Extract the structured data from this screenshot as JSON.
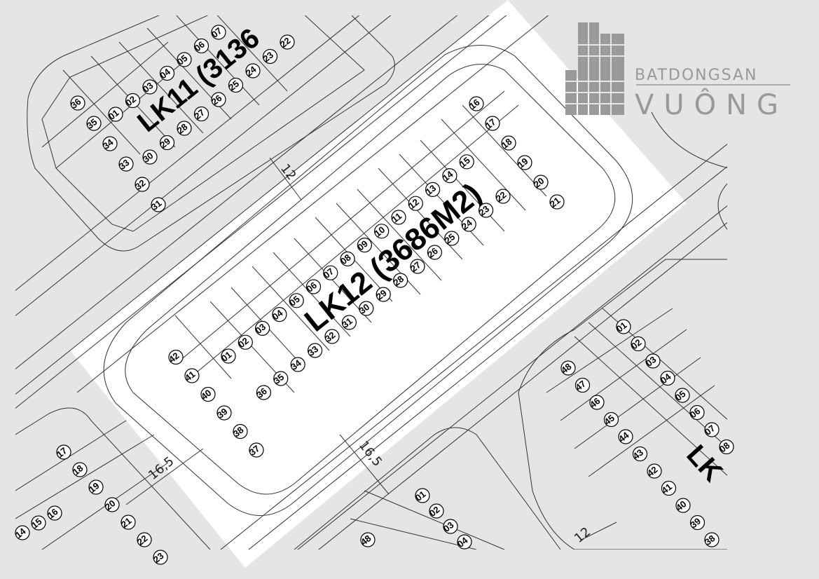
{
  "colors": {
    "background": "#e5e5e5",
    "highlight": "#ffffff",
    "lines": "#333333",
    "logo": "#9a9a9a"
  },
  "logo": {
    "line1": "BATDONGSAN",
    "line2": "VUÔNG"
  },
  "blocks": {
    "lk12": {
      "label": "LK12 (3686M2)",
      "lots_top": [
        "01",
        "02",
        "03",
        "04",
        "05",
        "06",
        "07",
        "08",
        "09",
        "10",
        "11",
        "12",
        "13",
        "14",
        "15"
      ],
      "lots_right": [
        "16",
        "17",
        "18",
        "19",
        "20",
        "21"
      ],
      "lots_bottom": [
        "22",
        "23",
        "24",
        "25",
        "26",
        "27",
        "28",
        "29",
        "30",
        "31",
        "32",
        "33",
        "34",
        "35",
        "36"
      ],
      "lots_left": [
        "37",
        "38",
        "39",
        "40",
        "41",
        "42"
      ]
    },
    "lk11": {
      "label": "LK11 (3136",
      "lots_a": [
        "01",
        "02",
        "03",
        "04",
        "05",
        "06",
        "07"
      ],
      "lots_b": [
        "22",
        "23",
        "24",
        "25",
        "26",
        "27",
        "28",
        "29",
        "30"
      ],
      "lots_left": [
        "31",
        "32",
        "33",
        "34",
        "35",
        "36"
      ]
    },
    "lk_right": {
      "label": "LK",
      "lots_top": [
        "01",
        "02",
        "03",
        "04",
        "05",
        "06",
        "07",
        "08"
      ],
      "lots_bottom": [
        "38",
        "39",
        "40",
        "41",
        "42",
        "43",
        "44",
        "45",
        "46",
        "47",
        "48"
      ]
    },
    "lk_bottom_left": {
      "lots": [
        "14",
        "15",
        "16",
        "17",
        "18",
        "19",
        "20",
        "21",
        "22",
        "23"
      ]
    },
    "lk_bottom_mid": {
      "lots": [
        "01",
        "02",
        "03",
        "04",
        "48"
      ]
    }
  },
  "dimensions": {
    "road_top": "12",
    "road_left": "16,5",
    "road_bottom": "16,5",
    "road_bottom_right": "12"
  }
}
